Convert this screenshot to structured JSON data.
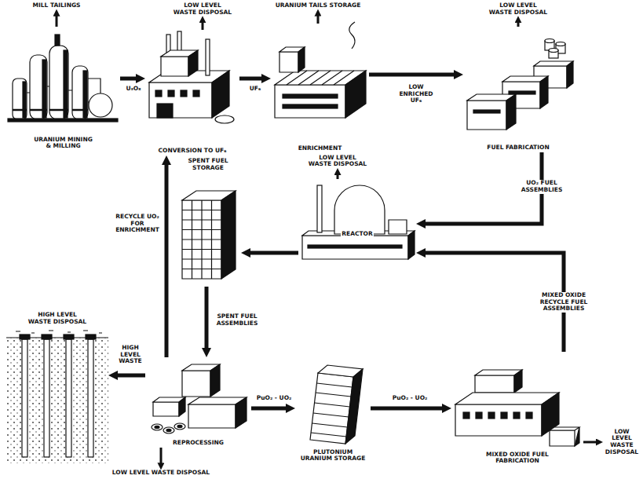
{
  "diagram": {
    "nodes": [
      {
        "text": [
          "URANIUM MINING & MILLING"
        ]
      },
      {
        "text": [
          "MILL TAILINGS"
        ]
      },
      {
        "text": [
          "CONVERSION TO UF₆"
        ]
      },
      {
        "text": [
          "LOW LEVEL WASTE DISPOSAL"
        ]
      },
      {
        "text": [
          "ENRICHMENT"
        ]
      },
      {
        "text": [
          "URANIUM TAILS STORAGE"
        ]
      },
      {
        "text": [
          "FUEL FABRICATION"
        ]
      },
      {
        "text": [
          "LOW LEVEL WASTE DISPOSAL"
        ]
      },
      {
        "text": [
          "REACTOR"
        ]
      },
      {
        "text": [
          "LOW LEVEL WASTE DISPOSAL"
        ]
      },
      {
        "text": [
          "SPENT FUEL STORAGE"
        ]
      },
      {
        "text": [
          "REPROCESSING"
        ]
      },
      {
        "text": [
          "HIGH LEVEL WASTE DISPOSAL"
        ]
      },
      {
        "text": [
          "LOW LEVEL WASTE DISPOSAL"
        ]
      },
      {
        "text": [
          "PLUTONIUM URANIUM STORAGE"
        ]
      },
      {
        "text": [
          "MIXED OXIDE FUEL FABRICATION"
        ]
      },
      {
        "text": [
          "LOW LEVEL WASTE DISPOSAL"
        ]
      }
    ],
    "edges": [
      {
        "from": 0,
        "to": 2,
        "label": "U₃O₈",
        "arrow": "to"
      },
      {
        "from": 0,
        "to": 1,
        "arrow": "to"
      },
      {
        "from": 2,
        "to": 4,
        "label": "UF₆",
        "arrow": "to"
      },
      {
        "from": 2,
        "to": 3,
        "arrow": "to"
      },
      {
        "from": 4,
        "to": 6,
        "label": "LOW ENRICHED UF₆",
        "arrow": "to"
      },
      {
        "from": 4,
        "to": 5,
        "arrow": "to"
      },
      {
        "from": 6,
        "to": 8,
        "label": "UO₂ FUEL ASSEMBLIES",
        "arrow": "to"
      },
      {
        "from": 6,
        "to": 7,
        "arrow": "to"
      },
      {
        "from": 8,
        "to": 10,
        "arrow": "to"
      },
      {
        "from": 8,
        "to": 9,
        "arrow": "to"
      },
      {
        "from": 10,
        "to": 11,
        "label": "SPENT FUEL ASSEMBLIES",
        "arrow": "to"
      },
      {
        "from": 11,
        "to": 2,
        "label": "RECYCLE UO₂ FOR ENRICHMENT",
        "arrow": "to"
      },
      {
        "from": 11,
        "to": 12,
        "label": "HIGH LEVEL WASTE",
        "arrow": "to"
      },
      {
        "from": 11,
        "to": 13,
        "arrow": "to"
      },
      {
        "from": 11,
        "to": 14,
        "label": "PuO₂ - UO₂",
        "arrow": "to"
      },
      {
        "from": 14,
        "to": 15,
        "label": "PuO₂ - UO₂",
        "arrow": "to"
      },
      {
        "from": 15,
        "to": 16,
        "arrow": "to"
      },
      {
        "from": 15,
        "to": 8,
        "label": "MIXED OXIDE RECYCLE FUEL ASSEMBLIES",
        "arrow": "to"
      }
    ]
  }
}
